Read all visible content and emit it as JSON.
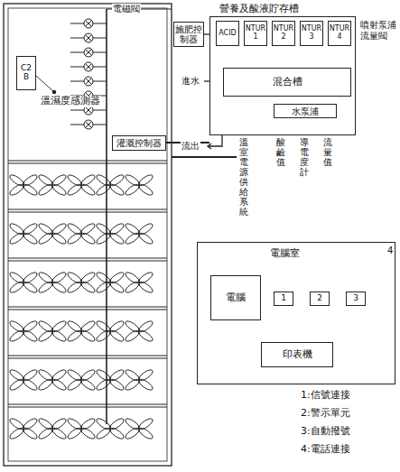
{
  "diagram": {
    "nodes": [
      {
        "text": [
          "C2",
          "B"
        ]
      },
      {
        "text": [
          "灌溉控制器"
        ]
      },
      {
        "text": [
          "施肥控制器"
        ]
      },
      {
        "text": [
          "營養及酸液貯存槽"
        ]
      },
      {
        "text": [
          "ACID"
        ],
        "in": 3
      },
      {
        "text": [
          "NTUR",
          "1"
        ],
        "in": 3
      },
      {
        "text": [
          "NTUR",
          "2"
        ],
        "in": 3
      },
      {
        "text": [
          "NTUR",
          "3"
        ],
        "in": 3
      },
      {
        "text": [
          "NTUR",
          "4"
        ],
        "in": 3
      },
      {
        "text": [
          "混合槽"
        ],
        "in": 3
      },
      {
        "text": [
          "水泵浦"
        ],
        "in": 3
      },
      {
        "text": [
          "電腦室"
        ]
      },
      {
        "text": [
          "電腦"
        ],
        "in": 11
      },
      {
        "text": [
          "1"
        ],
        "in": 11
      },
      {
        "text": [
          "2"
        ],
        "in": 11
      },
      {
        "text": [
          "3"
        ],
        "in": 11
      },
      {
        "text": [
          "印表機"
        ],
        "in": 11
      }
    ],
    "edges": [
      {
        "from": 4,
        "to": 9,
        "arrow": "none"
      },
      {
        "from": 5,
        "to": 9,
        "arrow": "none"
      },
      {
        "from": 6,
        "to": 9,
        "arrow": "none"
      },
      {
        "from": 7,
        "to": 9,
        "arrow": "none"
      },
      {
        "from": 8,
        "to": 9,
        "arrow": "none"
      },
      {
        "from": 9,
        "to": 10,
        "arrow": "none"
      },
      {
        "from": 2,
        "to": 4,
        "arrow": "none"
      },
      {
        "from": 12,
        "to": 13,
        "arrow": "none"
      },
      {
        "from": 13,
        "to": 14,
        "arrow": "none"
      },
      {
        "from": 14,
        "to": 15,
        "arrow": "none"
      },
      {
        "from": 12,
        "to": 16,
        "arrow": "none"
      }
    ],
    "labels": [
      "電磁閥",
      "溫濕度感測器",
      "噴射泵浦流量閥",
      "進水",
      "流出",
      "酸鹼值",
      "導電度計",
      "流量值",
      "溫室電源供給系統",
      "4",
      "1:信號連接",
      "2:警示單元",
      "3:自動撥號",
      "4:電話連接"
    ]
  }
}
